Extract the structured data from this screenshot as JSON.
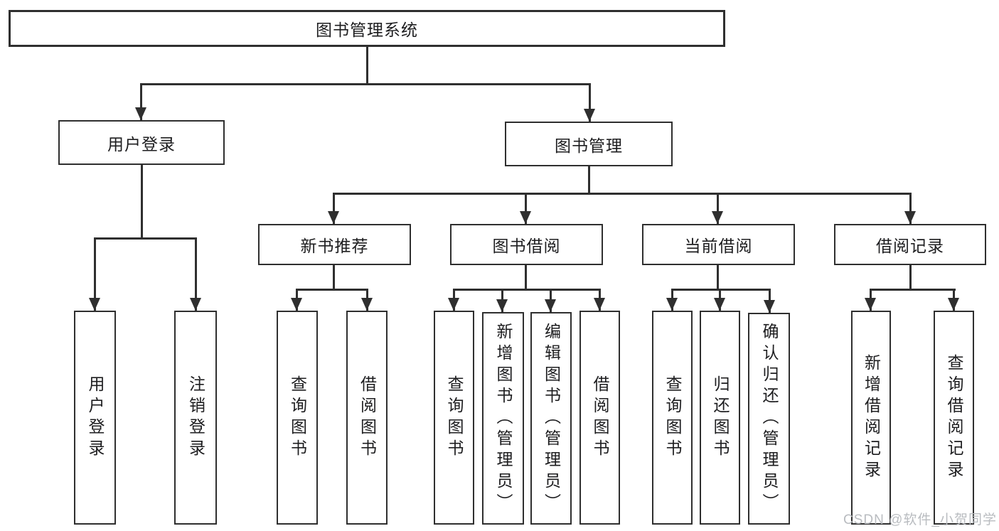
{
  "diagram": {
    "type": "hierarchy-tree",
    "nodes": {
      "root": "图书管理系统",
      "user_login": "用户登录",
      "book_mgmt": "图书管理",
      "login_op": "用户登录",
      "logout_op": "注销登录",
      "new_books": "新书推荐",
      "book_borrow": "图书借阅",
      "current_borrow": "当前借阅",
      "borrow_records": "借阅记录",
      "nb_query": "查询图书",
      "nb_borrow": "借阅图书",
      "bb_query": "查询图书",
      "bb_add": "新增图书（管理员）",
      "bb_edit": "编辑图书（管理员）",
      "bb_borrow": "借阅图书",
      "cb_query": "查询图书",
      "cb_return": "归还图书",
      "cb_confirm": "确认归还（管理员）",
      "br_add": "新增借阅记录",
      "br_query": "查询借阅记录"
    },
    "hierarchy": {
      "图书管理系统": {
        "用户登录": [
          "用户登录",
          "注销登录"
        ],
        "图书管理": {
          "新书推荐": [
            "查询图书",
            "借阅图书"
          ],
          "图书借阅": [
            "查询图书",
            "新增图书（管理员）",
            "编辑图书（管理员）",
            "借阅图书"
          ],
          "当前借阅": [
            "查询图书",
            "归还图书",
            "确认归还（管理员）"
          ],
          "借阅记录": [
            "新增借阅记录",
            "查询借阅记录"
          ]
        }
      }
    },
    "watermark": "CSDN @软件_小贺同学",
    "colors": {
      "line": "#2f2f2f",
      "text": "#1d1d1f",
      "background": "#ffffff",
      "watermark": "#b9bcc0"
    }
  }
}
